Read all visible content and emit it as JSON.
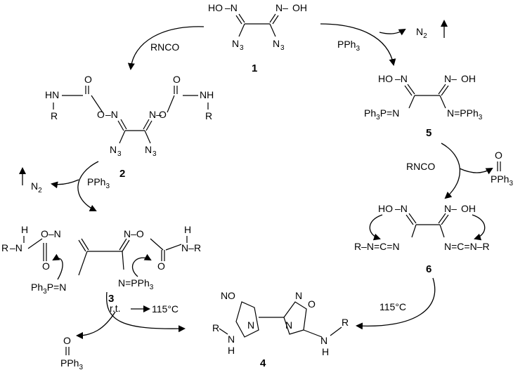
{
  "compounds": {
    "c1": {
      "label": "1",
      "oh_left": "HO",
      "oh_right": "OH",
      "n_labels": [
        "N",
        "N"
      ]
    },
    "c2": {
      "label": "2",
      "nh_left": "HN",
      "nh_right": "NH",
      "r": "R",
      "o_chain": "O",
      "n_chain": "N"
    },
    "c3": {
      "label": "3",
      "r": "R",
      "ph3p_left": "Ph",
      "ph3p_right": "PPh"
    },
    "c4": {
      "label": "4",
      "r": "R",
      "nh": "N",
      "h": "H",
      "ring_o": "O",
      "ring_n": "N"
    },
    "c5": {
      "label": "5",
      "oh_left": "HO",
      "oh_right": "OH",
      "ph3p_left": "Ph",
      "ph3p_right": "PPh"
    },
    "c6": {
      "label": "6",
      "oh_left": "HO",
      "oh_right": "OH",
      "carbodiimide_left": "R–N=C=N",
      "carbodiimide_right": "N=C=N–R"
    }
  },
  "reagents": {
    "rnco_1": "RNCO",
    "pph3_1": "PPh",
    "n2_1": "N",
    "pph3_2": "PPh",
    "n2_2": "N",
    "rnco_2": "RNCO",
    "opph3_1": "PPh",
    "opph3_2": "PPh",
    "temp_1": "115°C",
    "rt_to_temp": "r.t.",
    "temp_2": "115°C",
    "oxygen": "O",
    "sub3": "3",
    "sub2": "2"
  }
}
